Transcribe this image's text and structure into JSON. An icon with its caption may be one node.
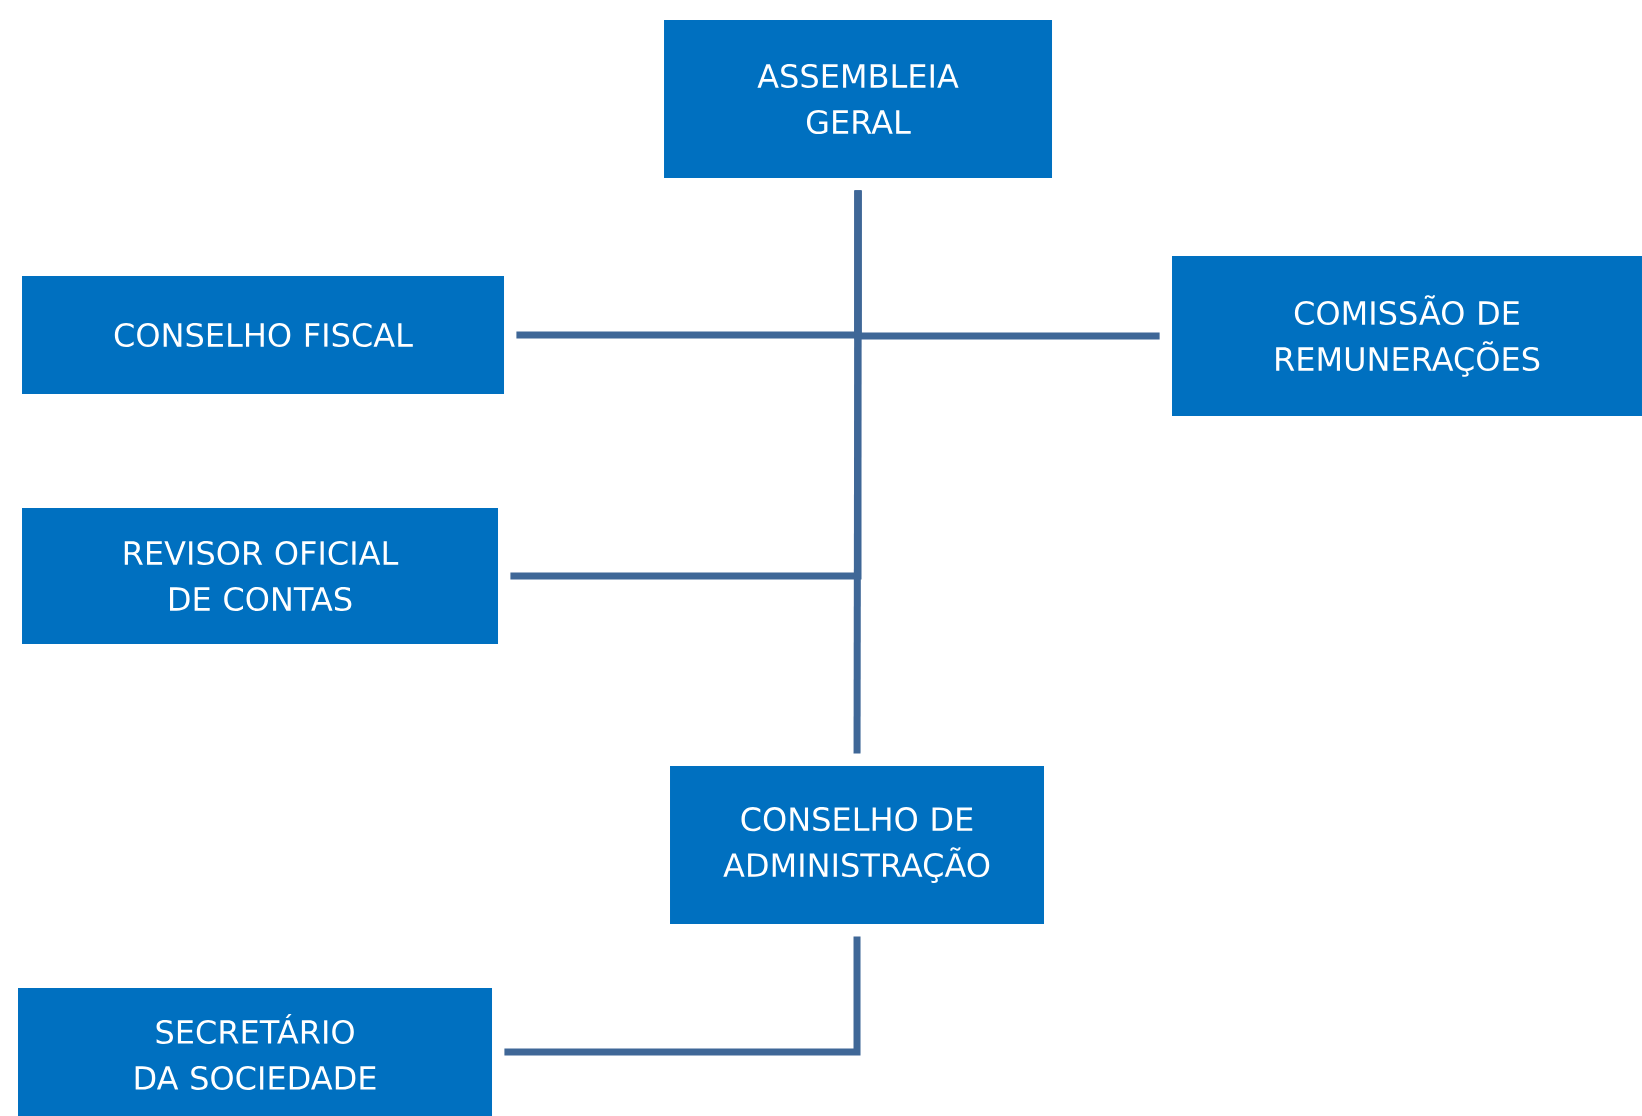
{
  "diagram": {
    "nodes": [
      {
        "text": [
          "ASSEMBLEIA GERAL"
        ]
      },
      {
        "text": [
          "CONSELHO FISCAL"
        ]
      },
      {
        "text": [
          "COMISSÃO DE REMUNERAÇÕES"
        ]
      },
      {
        "text": [
          "REVISOR OFICIAL DE CONTAS"
        ]
      },
      {
        "text": [
          "CONSELHO DE ADMINISTRAÇÃO"
        ]
      },
      {
        "text": [
          "SECRETÁRIO DA SOCIEDADE"
        ]
      }
    ],
    "edges": [
      {
        "from": 0,
        "to": 1,
        "arrow": "none"
      },
      {
        "from": 0,
        "to": 2,
        "arrow": "none"
      },
      {
        "from": 0,
        "to": 3,
        "arrow": "none"
      },
      {
        "from": 0,
        "to": 4,
        "arrow": "none"
      },
      {
        "from": 4,
        "to": 5,
        "arrow": "none"
      }
    ]
  }
}
